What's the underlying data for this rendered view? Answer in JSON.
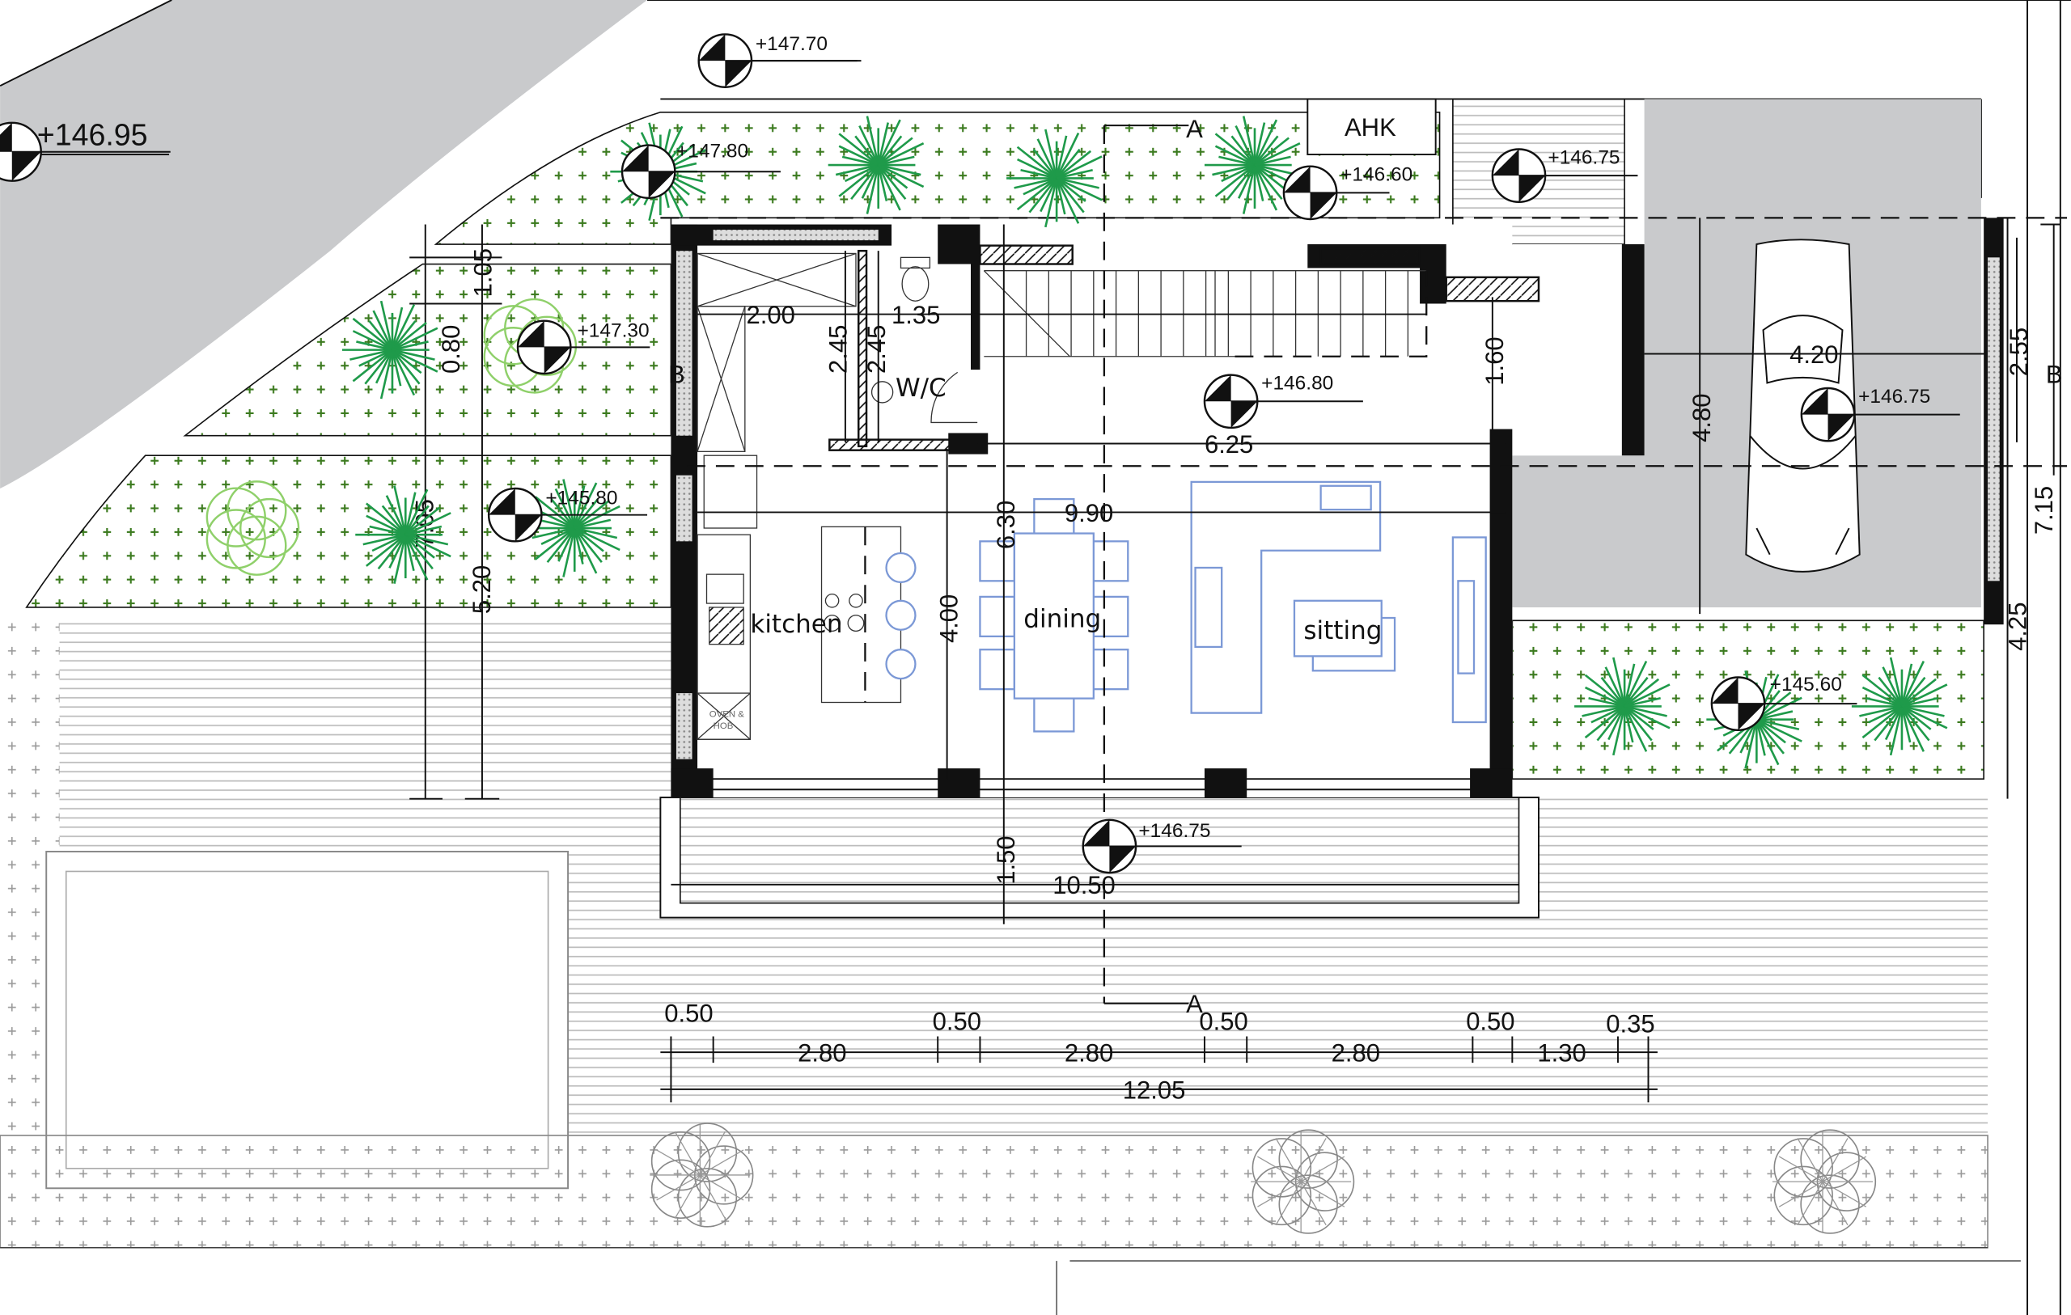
{
  "levels": {
    "road": "+146.95",
    "top": "+147.70",
    "garden_top": "+147.80",
    "ahk_garden": "+146.60",
    "entrance": "+146.75",
    "garden_left": "+147.30",
    "living": "+146.80",
    "garage": "+146.75",
    "garden_left_low": "+145.80",
    "garden_right": "+145.60",
    "terrace": "+146.75"
  },
  "labels": {
    "ahk": "AHK",
    "section_a_top": "A",
    "section_a_bottom": "A",
    "section_b_left": "B",
    "section_b_right": "B",
    "wc": "W/C",
    "kitchen": "kitchen",
    "dining": "dining",
    "sitting": "sitting",
    "oven": "OVEN &",
    "hob": "HOB"
  },
  "dimensions": {
    "kitchen_width": "2.00",
    "wc_width": "1.35",
    "store_depth": "2.45",
    "wc_depth": "2.45",
    "garden_1": "1.05",
    "garden_2": "0.80",
    "garden_total": "7.05",
    "garden_lower": "5.20",
    "stair_width": "6.25",
    "entrance_depth": "1.60",
    "garage_width": "4.20",
    "garage_depth": "4.80",
    "right_upper": "2.55",
    "right_total": "7.15",
    "right_lower": "4.25",
    "living_width": "9.90",
    "living_depth": "6.30",
    "kitchen_depth": "4.00",
    "terrace_depth": "1.50",
    "terrace_width": "10.50",
    "col_1": "0.50",
    "col_2": "0.50",
    "col_3": "0.50",
    "col_4": "0.50",
    "col_end": "0.35",
    "bay_1": "2.80",
    "bay_2": "2.80",
    "bay_3": "2.80",
    "bay_4": "1.30",
    "total_width": "12.05"
  },
  "colors": {
    "tree": "#1f9a4a",
    "tree_light": "#8fd06a",
    "furniture": "#7b98d6",
    "paving": "#c9cacc",
    "planting": "#3b7a1e"
  }
}
